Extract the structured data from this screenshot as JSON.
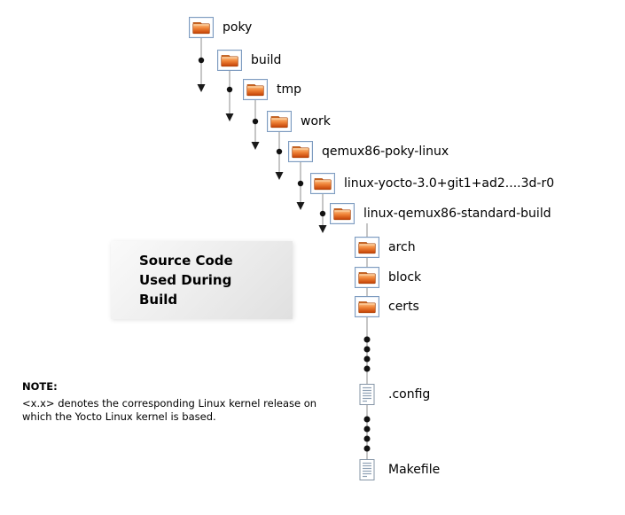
{
  "diagram": {
    "callout": {
      "line1": "Source Code",
      "line2": "Used During",
      "line3": "Build"
    },
    "note": {
      "heading": "NOTE:",
      "body_line1": "<x.x> denotes the corresponding Linux kernel release on",
      "body_line2": "which the Yocto Linux kernel is based."
    },
    "tree": {
      "items": [
        {
          "label": "poky",
          "icon": "folder"
        },
        {
          "label": "build",
          "icon": "folder"
        },
        {
          "label": "tmp",
          "icon": "folder"
        },
        {
          "label": "work",
          "icon": "folder"
        },
        {
          "label": "qemux86-poky-linux",
          "icon": "folder"
        },
        {
          "label": "linux-yocto-3.0+git1+ad2....3d-r0",
          "icon": "folder"
        },
        {
          "label": "linux-qemux86-standard-build",
          "icon": "folder"
        },
        {
          "label": "arch",
          "icon": "folder"
        },
        {
          "label": "block",
          "icon": "folder"
        },
        {
          "label": "certs",
          "icon": "folder"
        },
        {
          "label": ".config",
          "icon": "file"
        },
        {
          "label": "Makefile",
          "icon": "file"
        }
      ]
    },
    "colors": {
      "line": "#8c8c8c",
      "dot": "#111111",
      "arrow": "#1a1a1a",
      "folder_accent": "#e06a1f",
      "icon_box_border": "#7e9cc0"
    }
  }
}
